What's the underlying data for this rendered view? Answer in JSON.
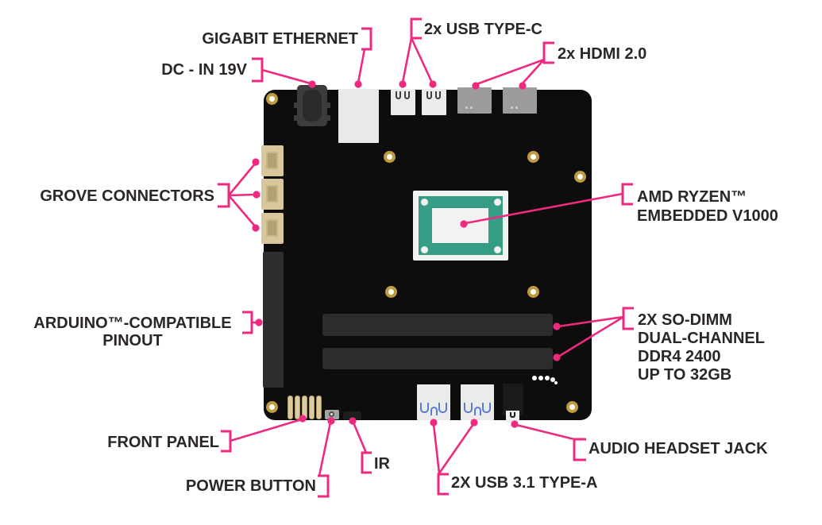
{
  "diagram": {
    "subject": "single-board computer annotated diagram",
    "labels": {
      "gigabit_ethernet": "GIGABIT ETHERNET",
      "dc_in": "DC - IN 19V",
      "usb_type_c": "2x USB TYPE-C",
      "hdmi": "2x HDMI 2.0",
      "grove_connectors": "GROVE CONNECTORS",
      "amd_ryzen": "AMD RYZEN™\nEMBEDDED V1000",
      "arduino_pinout": "ARDUINO™-COMPATIBLE\nPINOUT",
      "so_dimm": "2X SO-DIMM\nDUAL-CHANNEL\nDDR4 2400\nUP TO 32GB",
      "front_panel": "FRONT PANEL",
      "power_button": "POWER BUTTON",
      "ir": "IR",
      "usb_type_a": "2X USB 3.1 TYPE-A",
      "audio_headset_jack": "AUDIO HEADSET JACK"
    },
    "colors": {
      "accent": "#ED2A7F",
      "board": "#0D0D0D",
      "cpu": "#359C85",
      "text": "#2B2627"
    }
  }
}
